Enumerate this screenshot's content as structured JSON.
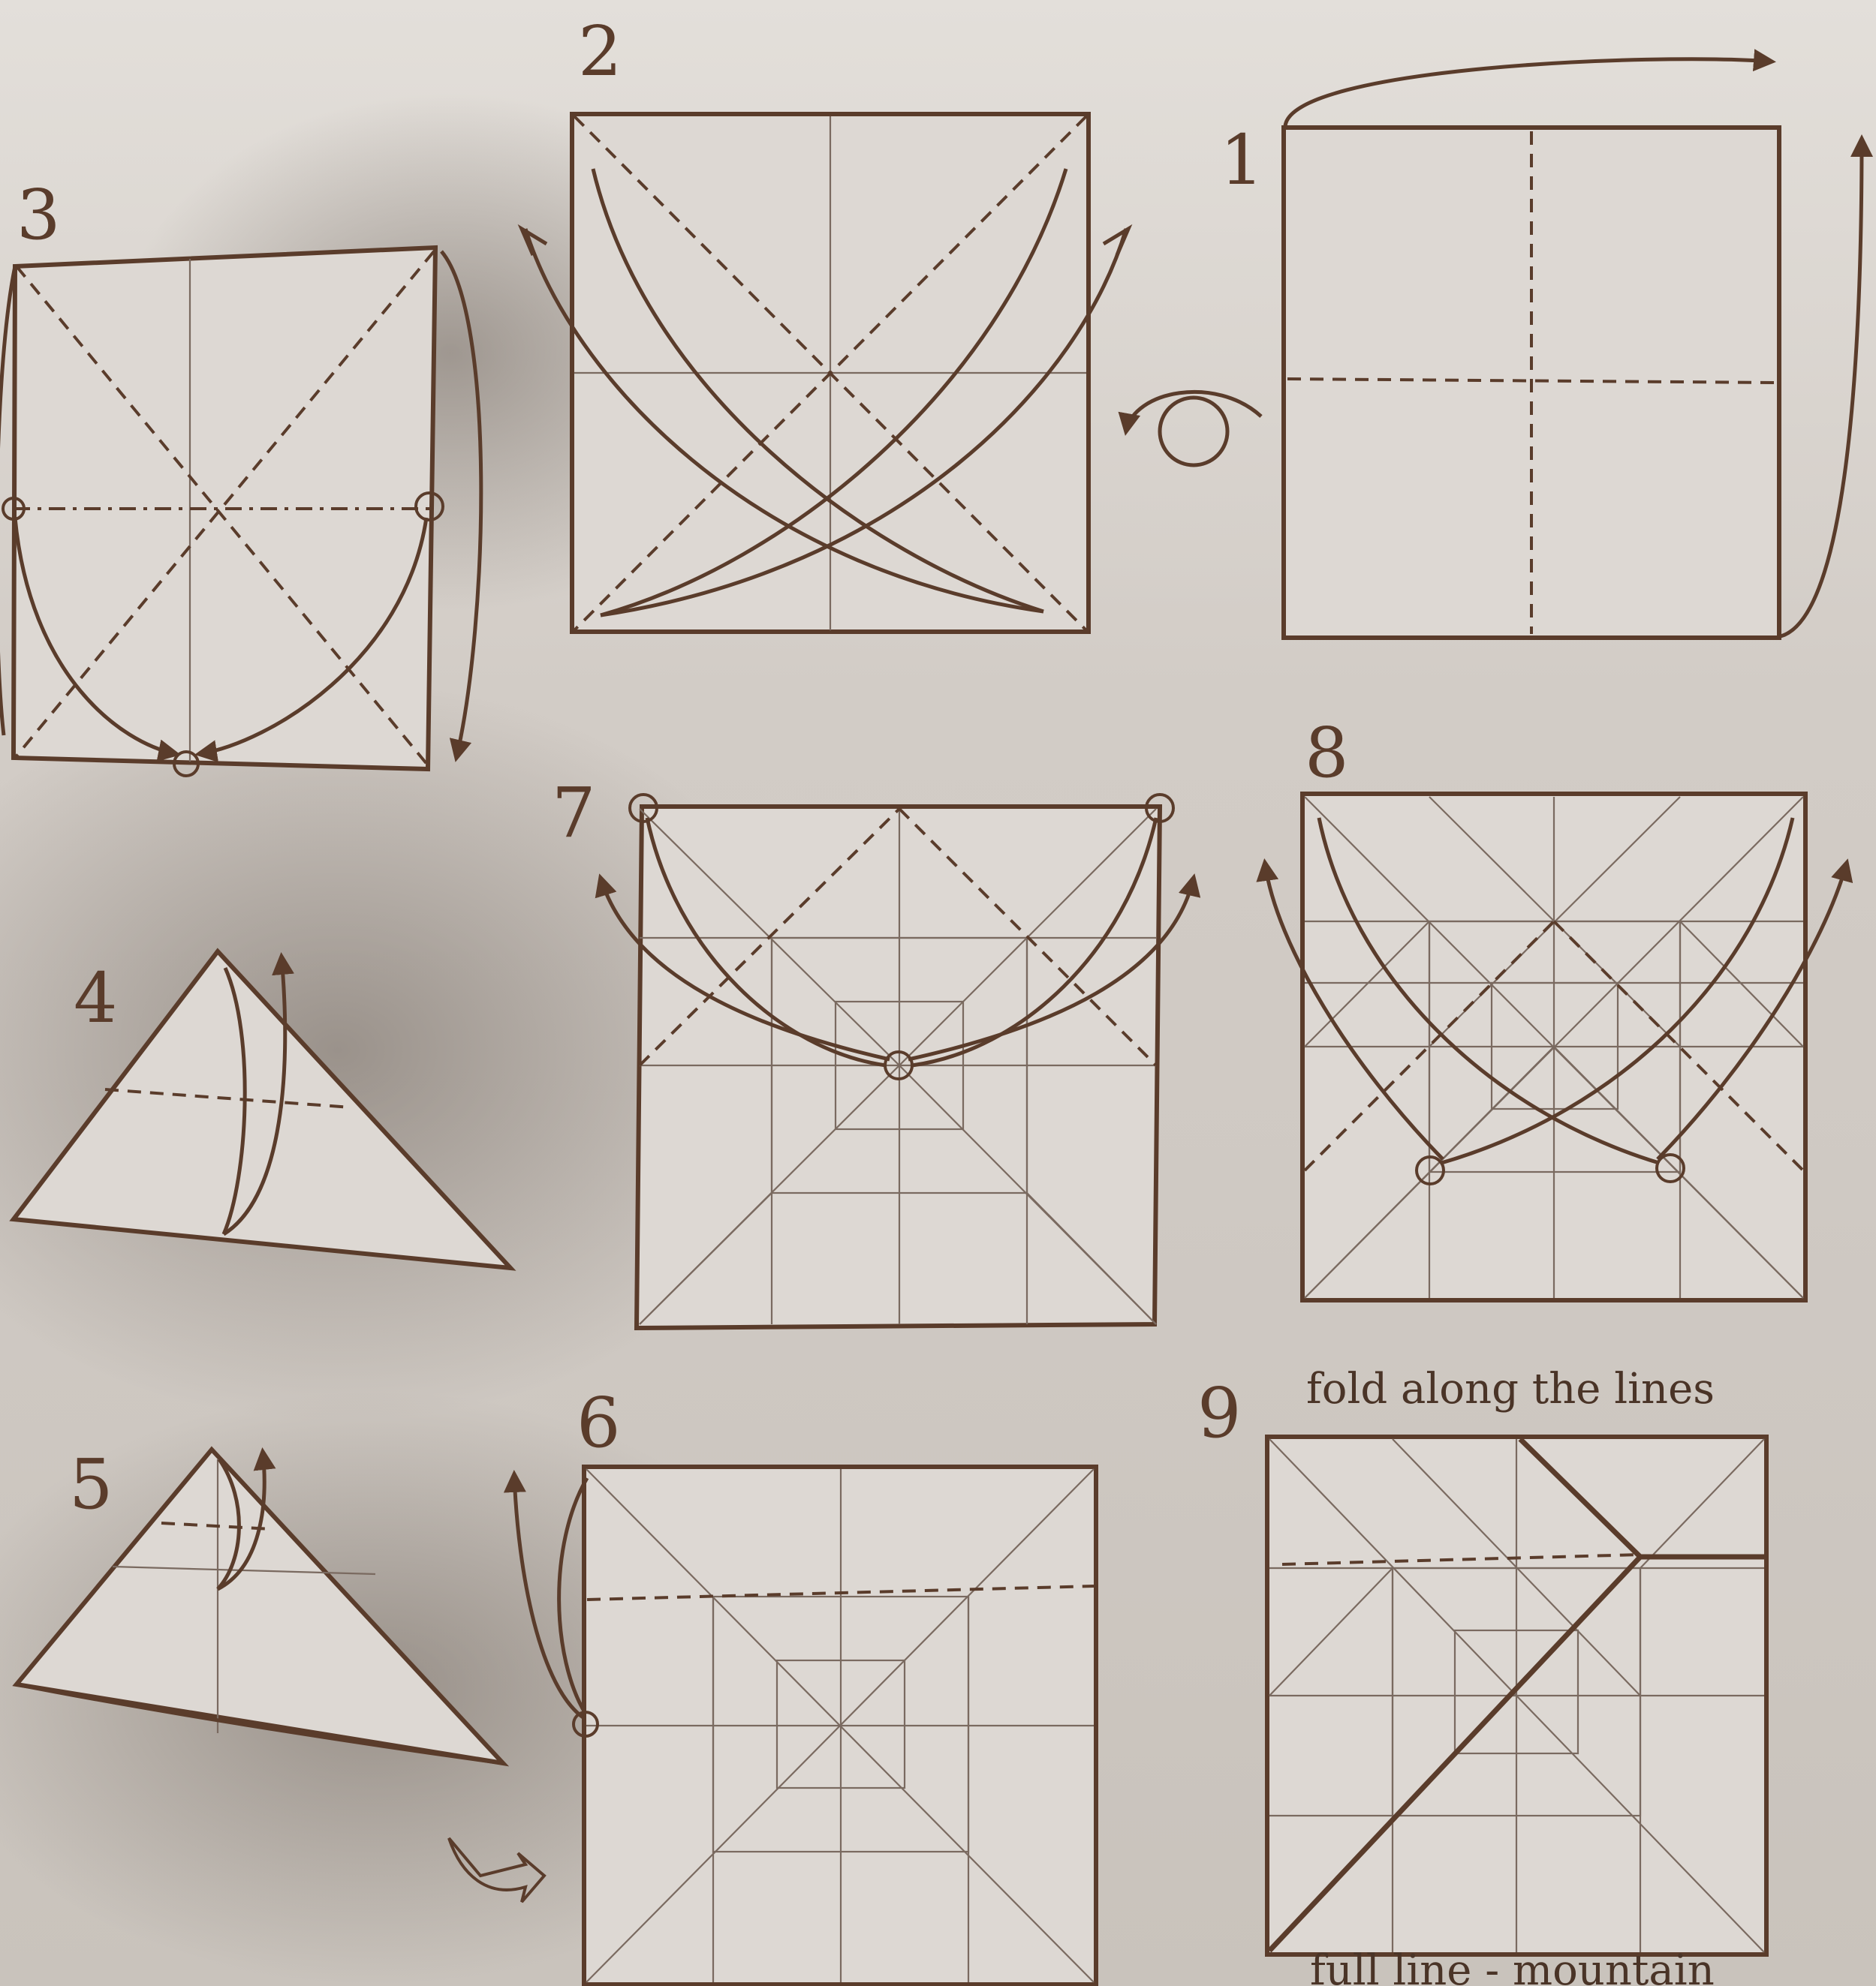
{
  "steps": [
    {
      "number": "1"
    },
    {
      "number": "2"
    },
    {
      "number": "3"
    },
    {
      "number": "4"
    },
    {
      "number": "5"
    },
    {
      "number": "6"
    },
    {
      "number": "7"
    },
    {
      "number": "8"
    },
    {
      "number": "9",
      "caption": "fold along the lines"
    }
  ],
  "legend": {
    "line1": "full line - mountain"
  },
  "colors": {
    "ink": "#5a3c2b",
    "paper": "#ddd8d3",
    "background": "#d7d2cd"
  }
}
